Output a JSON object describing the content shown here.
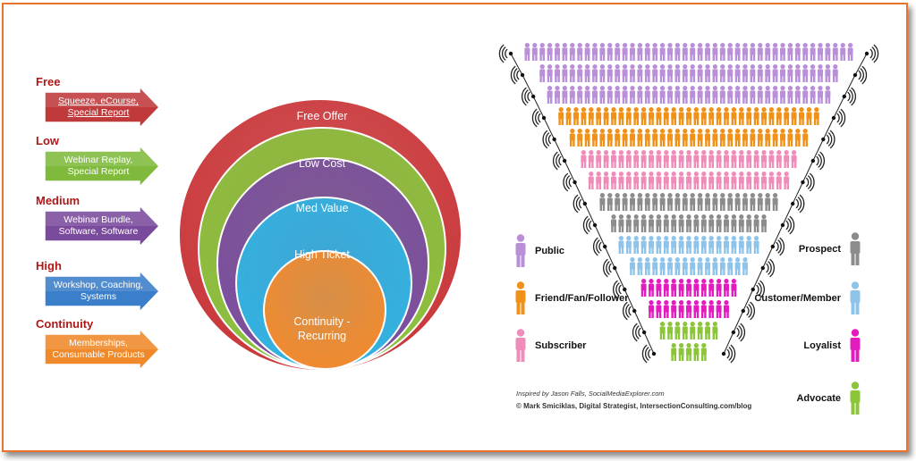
{
  "tiers": [
    {
      "label": "Free",
      "text": "Squeeze, eCourse, Special Report",
      "color": "#c0393b",
      "underline": true
    },
    {
      "label": "Low",
      "text": "Webinar Replay, Special Report",
      "color": "#7fba3c",
      "underline": false
    },
    {
      "label": "Medium",
      "text": "Webinar Bundle, Software, Software",
      "color": "#7a4a9c",
      "underline": false
    },
    {
      "label": "High",
      "text": "Workshop, Coaching, Systems",
      "color": "#3b7ec9",
      "underline": false
    },
    {
      "label": "Continuity",
      "text": "Memberships, Consumable Products",
      "color": "#f0892a",
      "underline": false
    }
  ],
  "rings": [
    {
      "label": "Free Offer",
      "color": "#c9373a"
    },
    {
      "label": "Low Cost",
      "color": "#8bc03f"
    },
    {
      "label": "Med Value",
      "color": "#7b4d9f"
    },
    {
      "label": "High Ticket",
      "color": "#33b3e0"
    },
    {
      "label": "Continuity - Recurring",
      "color": "#f28a2e"
    }
  ],
  "funnel_groups": [
    {
      "name": "Public",
      "color": "#b98fd8",
      "rows": 3
    },
    {
      "name": "Friend/Fan/Follower",
      "color": "#f0921a",
      "rows": 2
    },
    {
      "name": "Subscriber",
      "color": "#f08cba",
      "rows": 2
    },
    {
      "name": "Prospect",
      "color": "#8c8c8c",
      "rows": 2
    },
    {
      "name": "Customer/Member",
      "color": "#8fc4ea",
      "rows": 2
    },
    {
      "name": "Loyalist",
      "color": "#e21cbf",
      "rows": 2
    },
    {
      "name": "Advocate",
      "color": "#8cc43a",
      "rows": 2
    }
  ],
  "legend": {
    "left": [
      {
        "name": "Public",
        "color": "#b98fd8"
      },
      {
        "name": "Friend/Fan/Follower",
        "color": "#f0921a"
      },
      {
        "name": "Subscriber",
        "color": "#f08cba"
      }
    ],
    "right": [
      {
        "name": "Prospect",
        "color": "#8c8c8c"
      },
      {
        "name": "Customer/Member",
        "color": "#8fc4ea"
      },
      {
        "name": "Loyalist",
        "color": "#e21cbf"
      },
      {
        "name": "Advocate",
        "color": "#8cc43a"
      }
    ]
  },
  "credits": {
    "inspired": "Inspired by Jason Falls, SocialMediaExplorer.com",
    "copyright": "© Mark Smiciklas, Digital Strategist, IntersectionConsulting.com/blog"
  }
}
